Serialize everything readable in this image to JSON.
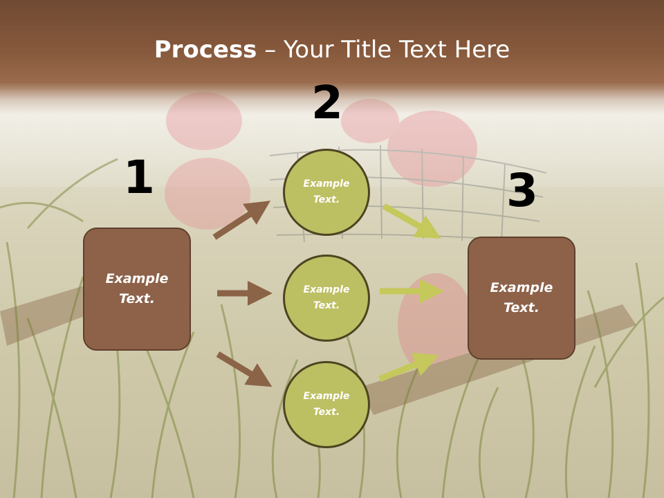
{
  "slide": {
    "title_bold": "Process",
    "title_rest": " – Your Title Text Here",
    "steps": [
      {
        "number": "1",
        "text": "Example Text."
      },
      {
        "number": "2",
        "text": "Example Text."
      },
      {
        "number": "3",
        "text": "Example Text."
      }
    ],
    "circles": [
      {
        "text": "Example Text."
      },
      {
        "text": "Example Text."
      },
      {
        "text": "Example Text."
      }
    ],
    "colors": {
      "header": "#87593c",
      "box_fill": "#8d6249",
      "circle_fill": "#bdbf63",
      "arrow_brown": "#8b6347",
      "arrow_green": "#c5c85a"
    }
  }
}
